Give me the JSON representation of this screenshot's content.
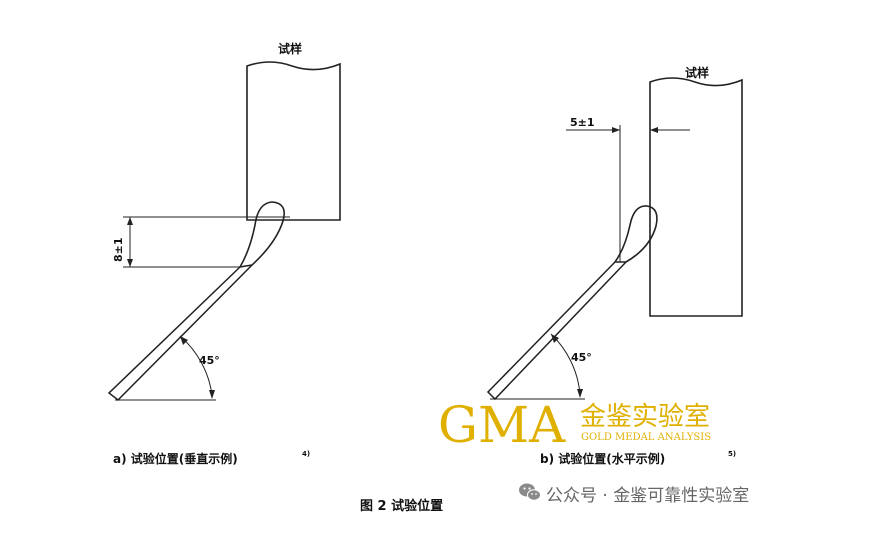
{
  "figure": {
    "panel_a": {
      "specimen_label": "试样",
      "dimension": "8±1",
      "angle": "45°",
      "caption": "a)  试验位置(垂直示例)",
      "caption_note": "4)"
    },
    "panel_b": {
      "specimen_label": "试样",
      "dimension": "5±1",
      "angle": "45°",
      "caption": "b)  试验位置(水平示例)",
      "caption_note": "5)"
    },
    "figure_title": "图 2   试验位置"
  },
  "watermark": {
    "logo_text": "GMA",
    "cn_name": "金鉴实验室",
    "en_name": "GOLD MEDAL ANALYSIS",
    "color": "#E0B000"
  },
  "wechat_credit": {
    "icon": "wechat-icon",
    "text": "公众号 · 金鉴可靠性实验室"
  }
}
